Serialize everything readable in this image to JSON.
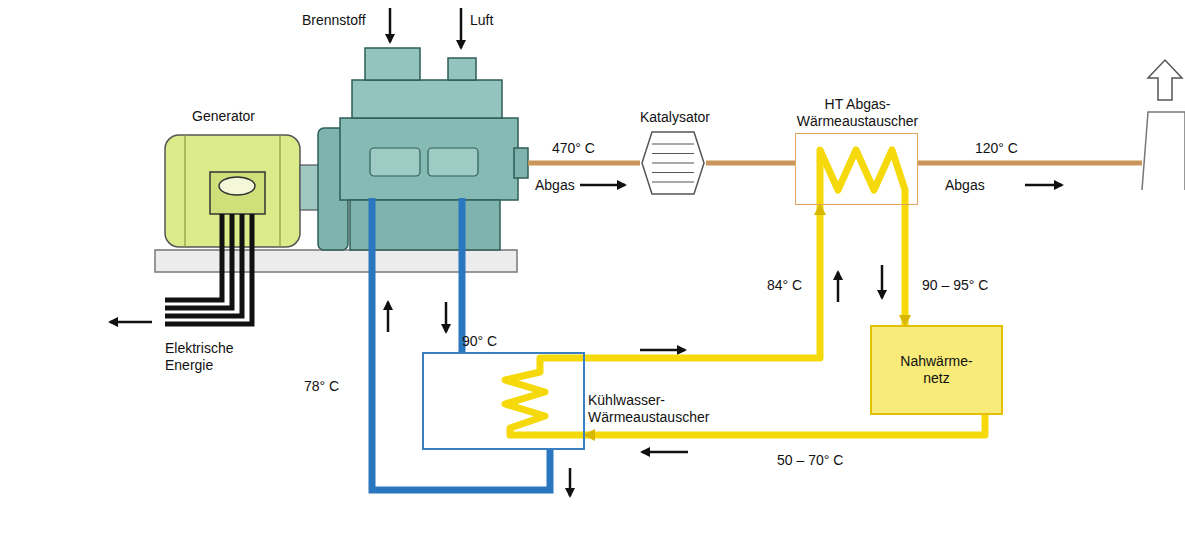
{
  "diagram": {
    "nodes": [
      {
        "text": [
          "Katalysator"
        ]
      },
      {
        "text": [
          "HT Abgas-Wärmeaustauscher"
        ]
      },
      {
        "text": [
          "Kühlwasser-Wärmeaustauscher"
        ]
      },
      {
        "text": [
          "Nahwärme-netz"
        ]
      }
    ],
    "edges": [
      {
        "from": 0,
        "to": 1,
        "arrow": "none"
      },
      {
        "from": 2,
        "to": 1,
        "label": "84° C",
        "arrow": "to"
      },
      {
        "from": 1,
        "to": 3,
        "label": "90 – 95° C",
        "arrow": "to"
      },
      {
        "from": 3,
        "to": 2,
        "label": "50 – 70° C",
        "arrow": "to"
      }
    ],
    "labels": [
      "Brennstoff",
      "Luft",
      "Generator",
      "470° C",
      "Abgas",
      "120° C",
      "Abgas",
      "90° C",
      "78° C",
      "Elektrische Energie"
    ]
  }
}
